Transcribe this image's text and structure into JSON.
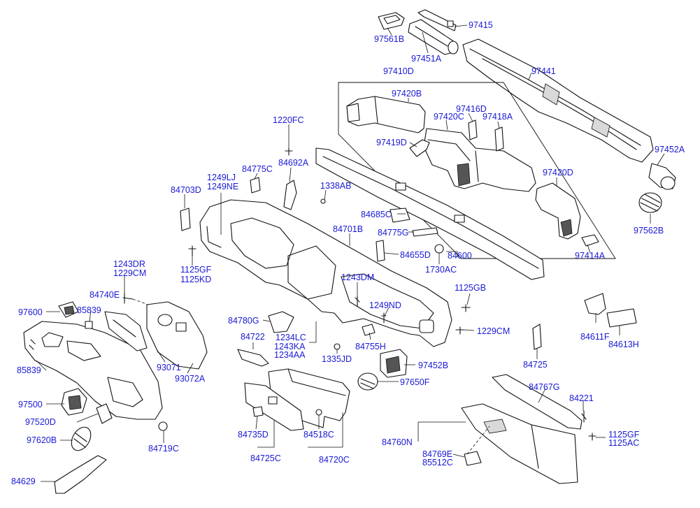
{
  "labels": [
    "97561B",
    "97415",
    "97451A",
    "97410D",
    "97441",
    "97420B",
    "97416D",
    "97420C",
    "97418A",
    "97419D",
    "1220FC",
    "97452A",
    "84775C",
    "84692A",
    "97420D",
    "1249LJ",
    "1249NE",
    "84703D",
    "1338AB",
    "97562B",
    "84685C",
    "84775G",
    "84701B",
    "84600",
    "97414A",
    "84655D",
    "1730AC",
    "1125GF",
    "1125KD",
    "1243DR",
    "1229CM",
    "1243DM",
    "1125GB",
    "84740E",
    "97600",
    "85839",
    "1249ND",
    "84611F",
    "84613H",
    "84780G",
    "1229CM",
    "1234LC",
    "1243KA",
    "1234AA",
    "84722",
    "84755H",
    "1335JD",
    "93071",
    "93072A",
    "97452B",
    "84725",
    "85839",
    "97650F",
    "84767G",
    "97500",
    "84221",
    "97520D",
    "1125GF",
    "1125AC",
    "97620B",
    "84719C",
    "84735D",
    "84518C",
    "84760N",
    "84769E",
    "85512C",
    "84725C",
    "84720C",
    "84629"
  ]
}
